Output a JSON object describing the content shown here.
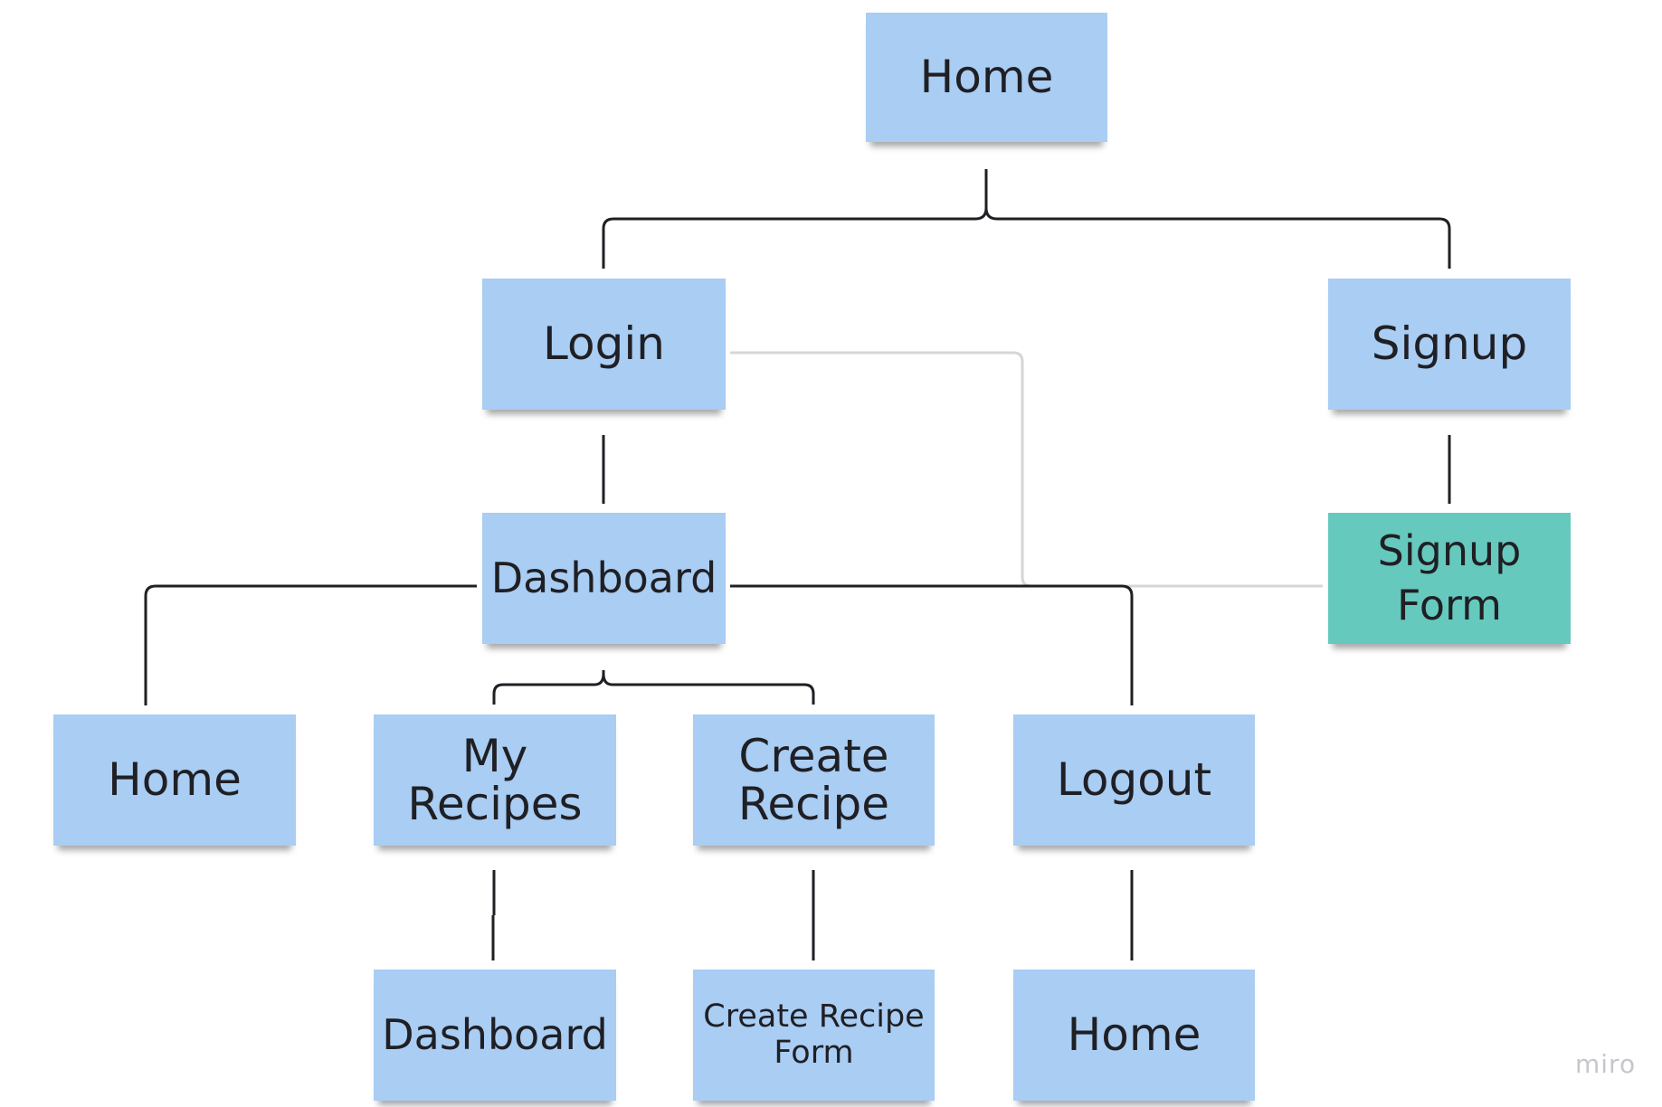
{
  "diagram": {
    "nodes": [
      {
        "id": "home-root",
        "label": "Home",
        "color": "#a9cdf3"
      },
      {
        "id": "login",
        "label": "Login",
        "color": "#a9cdf3"
      },
      {
        "id": "signup",
        "label": "Signup",
        "color": "#a9cdf3"
      },
      {
        "id": "dashboard",
        "label": "Dashboard",
        "color": "#a9cdf3"
      },
      {
        "id": "signup-form",
        "label": "Signup\nForm",
        "color": "#66c9bd"
      },
      {
        "id": "home-from-dashboard",
        "label": "Home",
        "color": "#a9cdf3"
      },
      {
        "id": "my-recipes",
        "label": "My\nRecipes",
        "color": "#a9cdf3"
      },
      {
        "id": "create-recipe",
        "label": "Create\nRecipe",
        "color": "#a9cdf3"
      },
      {
        "id": "logout",
        "label": "Logout",
        "color": "#a9cdf3"
      },
      {
        "id": "dashboard-from-my-recipes",
        "label": "Dashboard",
        "color": "#a9cdf3"
      },
      {
        "id": "create-recipe-form",
        "label": "Create Recipe\nForm",
        "color": "#a9cdf3"
      },
      {
        "id": "home-from-logout",
        "label": "Home",
        "color": "#a9cdf3"
      }
    ],
    "edges": [
      {
        "from": "home-root",
        "to": "login"
      },
      {
        "from": "home-root",
        "to": "signup"
      },
      {
        "from": "login",
        "to": "dashboard"
      },
      {
        "from": "signup",
        "to": "signup-form"
      },
      {
        "from": "signup-form",
        "to": "login",
        "style": "light"
      },
      {
        "from": "dashboard",
        "to": "home-from-dashboard"
      },
      {
        "from": "dashboard",
        "to": "my-recipes"
      },
      {
        "from": "dashboard",
        "to": "create-recipe"
      },
      {
        "from": "dashboard",
        "to": "logout"
      },
      {
        "from": "my-recipes",
        "to": "dashboard-from-my-recipes"
      },
      {
        "from": "create-recipe",
        "to": "create-recipe-form"
      },
      {
        "from": "logout",
        "to": "home-from-logout"
      }
    ]
  },
  "colors": {
    "note_blue": "#a9cdf3",
    "note_teal": "#66c9bd",
    "line_dark": "#1f1f24",
    "line_light": "#d6d6d6"
  },
  "watermark": "miro"
}
